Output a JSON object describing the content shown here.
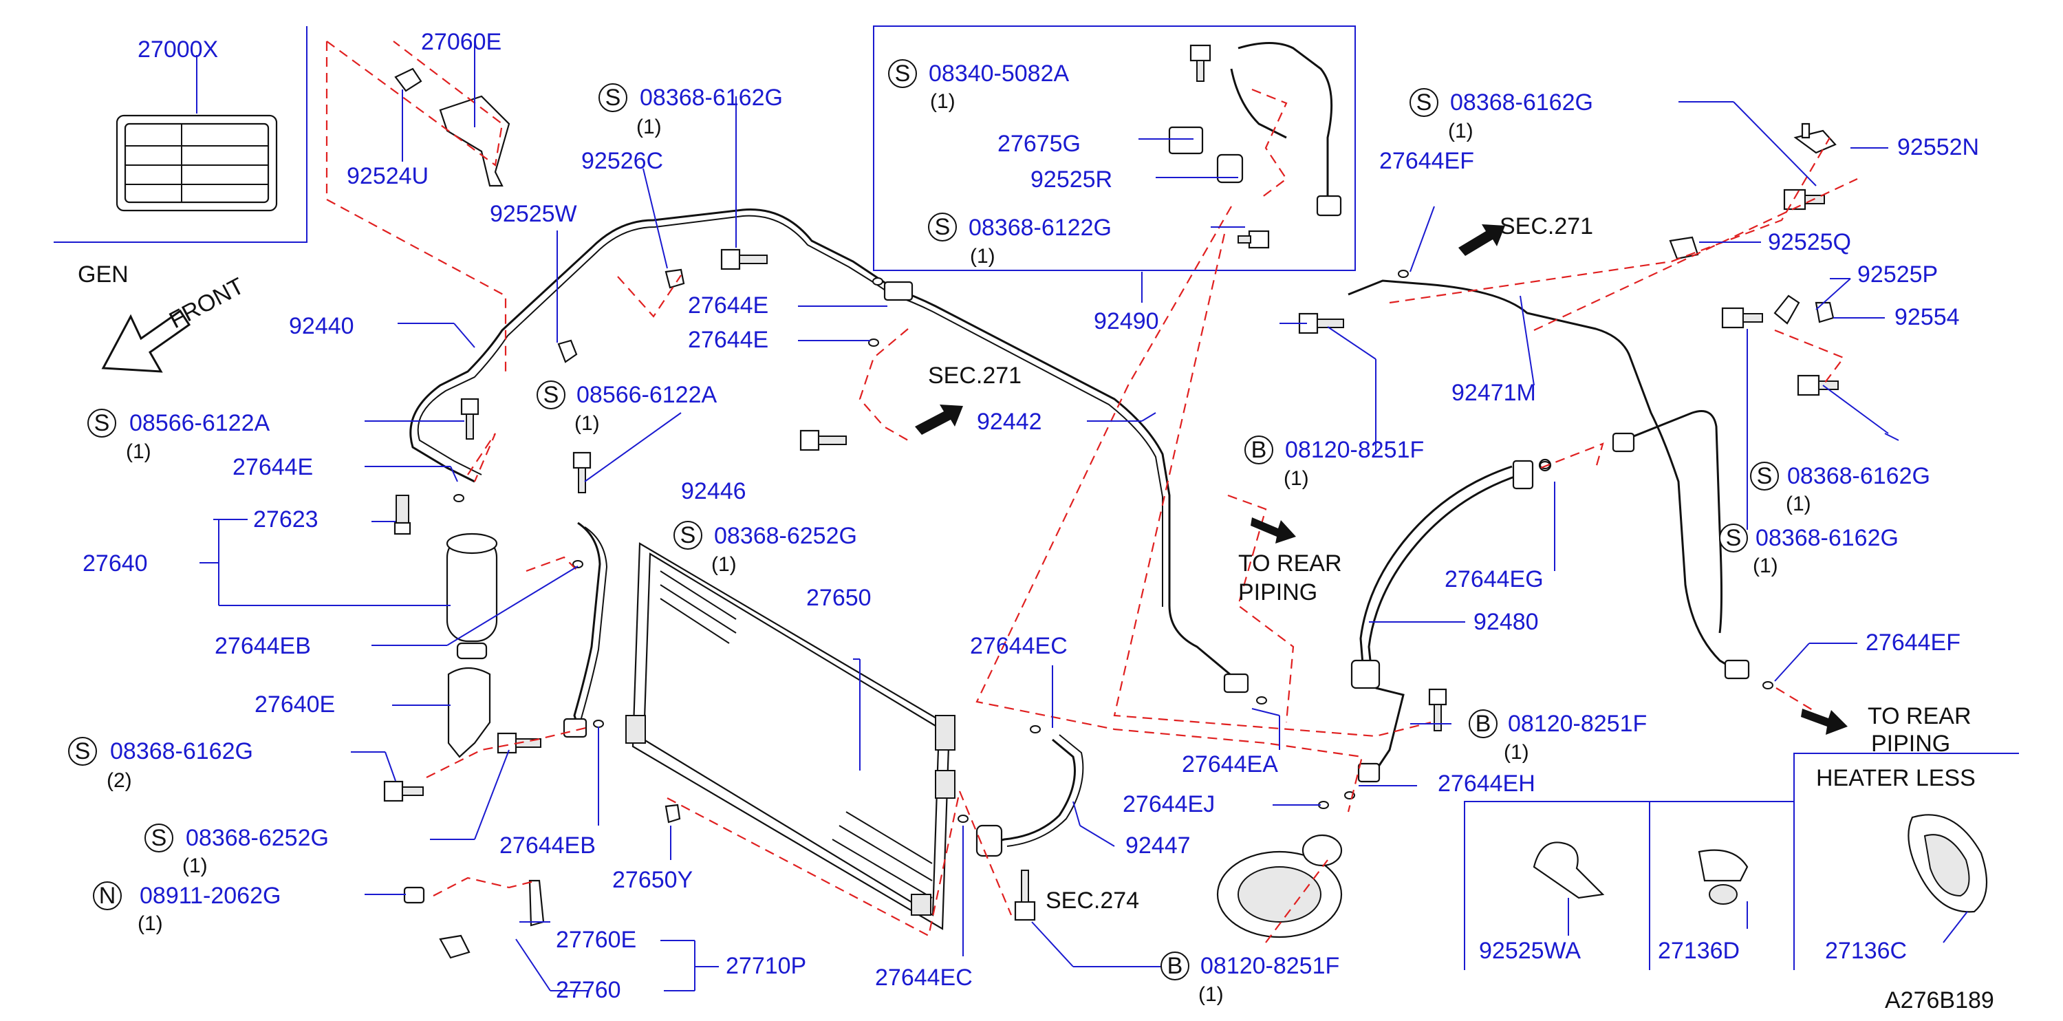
{
  "drawing_id": "A276B189",
  "callouts": {
    "c27000X": "27000X",
    "c27060E": "27060E",
    "c92524U": "92524U",
    "c92525W": "92525W",
    "c92526C": "92526C",
    "c08368_6162G_a": "08368-6162G",
    "c08340_5082A": "08340-5082A",
    "c27675G": "27675G",
    "c92525R": "92525R",
    "c08368_6122G": "08368-6122G",
    "c92490": "92490",
    "c08368_6162G_b": "08368-6162G",
    "c27644EF_a": "27644EF",
    "c92552N": "92552N",
    "c92525Q": "92525Q",
    "c92525P": "92525P",
    "c92554": "92554",
    "c92440": "92440",
    "c27644E_a": "27644E",
    "c27644E_b": "27644E",
    "c08566_6122A_a": "08566-6122A",
    "c08566_6122A_b": "08566-6122A",
    "c92442": "92442",
    "c27644E_c": "27644E",
    "c27623": "27623",
    "c27640": "27640",
    "c92446": "92446",
    "c08368_6252G_a": "08368-6252G",
    "c27650": "27650",
    "c27644EB_a": "27644EB",
    "c27640E": "27640E",
    "c08368_6162G_c": "08368-6162G",
    "c08368_6252G_b": "08368-6252G",
    "c08911_2062G": "08911-2062G",
    "c27644EB_b": "27644EB",
    "c27650Y": "27650Y",
    "c27760E": "27760E",
    "c27760": "27760",
    "c27710P": "27710P",
    "c27644EC_a": "27644EC",
    "c27644EC_b": "27644EC",
    "c92447": "92447",
    "c27644EJ": "27644EJ",
    "c08120_8251F_a": "08120-8251F",
    "c08120_8251F_b": "08120-8251F",
    "c08120_8251F_c": "08120-8251F",
    "c92471M": "92471M",
    "c27644EG": "27644EG",
    "c92480": "92480",
    "c27644EA": "27644EA",
    "c27644EH": "27644EH",
    "c08368_6162G_d": "08368-6162G",
    "c08368_6162G_e": "08368-6162G",
    "c27644EF_b": "27644EF",
    "c92525WA": "92525WA",
    "c27136D": "27136D",
    "c27136C": "27136C"
  },
  "quantities": {
    "q1": "(1)",
    "q2": "(2)"
  },
  "badges": {
    "s": "S",
    "b": "B",
    "n": "N"
  },
  "notes": {
    "gen": "GEN",
    "front": "FRONT",
    "sec271": "SEC.271",
    "sec274": "SEC.274",
    "to_rear": "TO  REAR",
    "piping": "PIPING",
    "heater_less": "HEATER  LESS"
  },
  "colors": {
    "callout_blue": "#1a1ad0",
    "dash_red": "#e02020",
    "line_black": "#111111"
  }
}
